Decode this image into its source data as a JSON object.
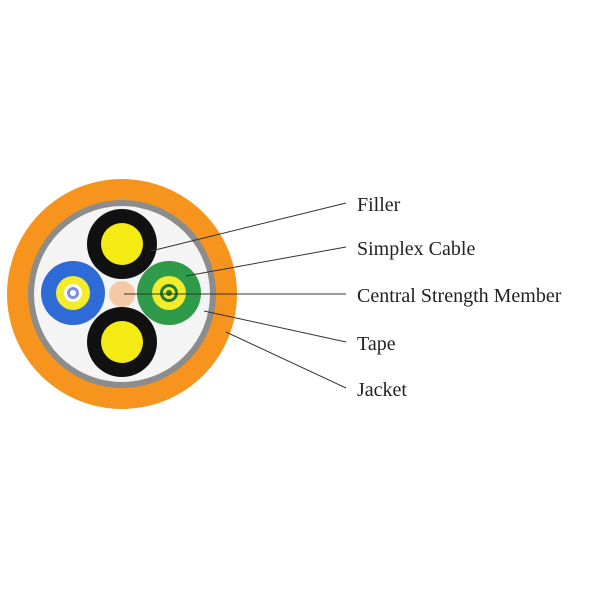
{
  "labels": {
    "filler": "Filler",
    "simplex_cable": "Simplex Cable",
    "central_strength_member": "Central Strength Member",
    "tape": "Tape",
    "jacket": "Jacket"
  },
  "colors": {
    "jacket": "#f7941d",
    "tape": "#8c8c8c",
    "interior": "#f4f4f4",
    "filler_outer": "#111111",
    "filler_core": "#f5eb14",
    "simplex_blue": "#2f6bd6",
    "simplex_green": "#2e9a4a",
    "fiber_core": "#f2ec2a",
    "central_member": "#f6c9a6"
  }
}
